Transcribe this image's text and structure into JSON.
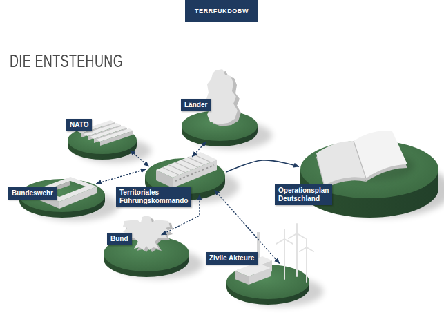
{
  "diagram": {
    "title": "DIE ENTSTEHUNG",
    "nodes": [
      {
        "text": [
          "NATO"
        ]
      },
      {
        "text": [
          "Länder"
        ]
      },
      {
        "text": [
          "Bundeswehr"
        ]
      },
      {
        "text": [
          "Territoriales Führungskommando"
        ]
      },
      {
        "text": [
          "Operationsplan Deutschland"
        ]
      },
      {
        "text": [
          "Bund"
        ]
      },
      {
        "text": [
          "Zivile Akteure"
        ]
      }
    ],
    "edges": [
      {
        "from": 3,
        "to": 0,
        "arrow": "both"
      },
      {
        "from": 3,
        "to": 1,
        "arrow": "both"
      },
      {
        "from": 3,
        "to": 2,
        "arrow": "both"
      },
      {
        "from": 3,
        "to": 4,
        "arrow": "to"
      },
      {
        "from": 3,
        "to": 5,
        "arrow": "both"
      },
      {
        "from": 3,
        "to": 6,
        "arrow": "both"
      }
    ],
    "labels": [
      "TERRFÜKDOBW"
    ]
  }
}
